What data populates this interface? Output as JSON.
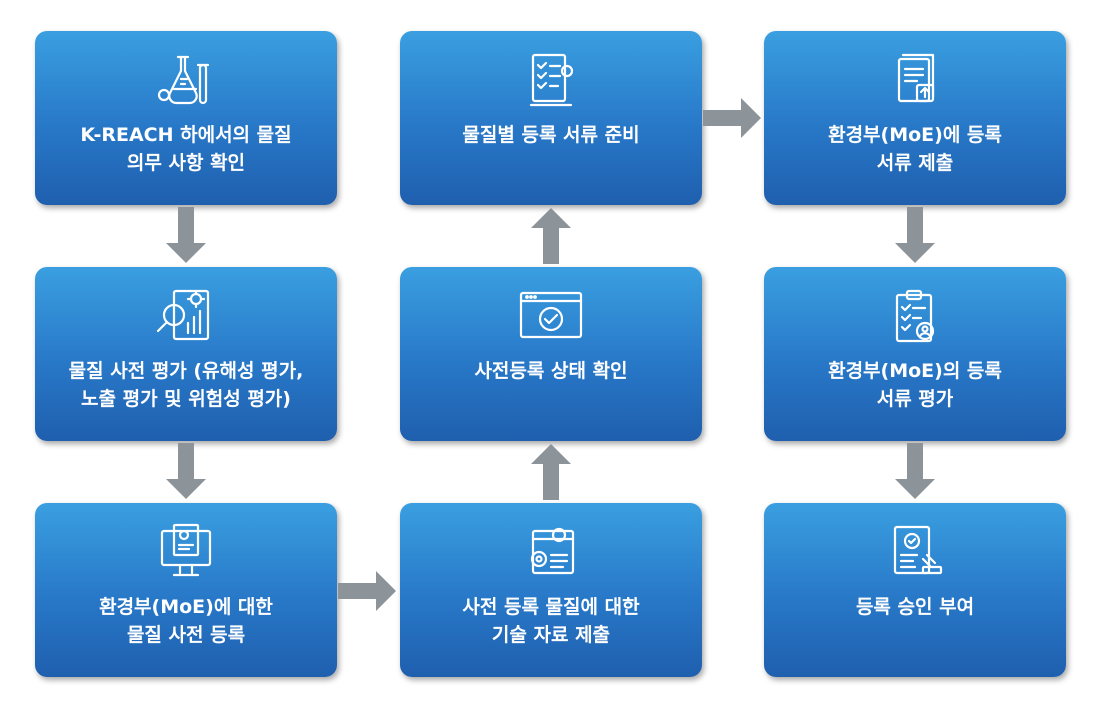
{
  "colors": {
    "box_top": "#3a9fe0",
    "box_bottom": "#1f5fae",
    "arrow": "#8c9399",
    "text": "#ffffff"
  },
  "steps": [
    {
      "label": "K-REACH 하에서의 물질\n의무 사항 확인",
      "icon": "lab-flask-icon"
    },
    {
      "label": "물질 사전 평가 (유해성 평가,\n노출 평가 및 위험성 평가)",
      "icon": "analysis-report-icon"
    },
    {
      "label": "환경부(MoE)에 대한\n물질 사전 등록",
      "icon": "computer-document-icon"
    },
    {
      "label": "사전 등록 물질에 대한\n기술 자료 제출",
      "icon": "technical-document-gear-icon"
    },
    {
      "label": "사전등록 상태 확인",
      "icon": "browser-check-icon"
    },
    {
      "label": "물질별 등록 서류 준비",
      "icon": "checklist-gear-icon"
    },
    {
      "label": "환경부(MoE)에 등록\n서류 제출",
      "icon": "document-upload-icon"
    },
    {
      "label": "환경부(MoE)의 등록\n서류 평가",
      "icon": "clipboard-review-icon"
    },
    {
      "label": "등록 승인 부여",
      "icon": "approval-stamp-icon"
    }
  ]
}
